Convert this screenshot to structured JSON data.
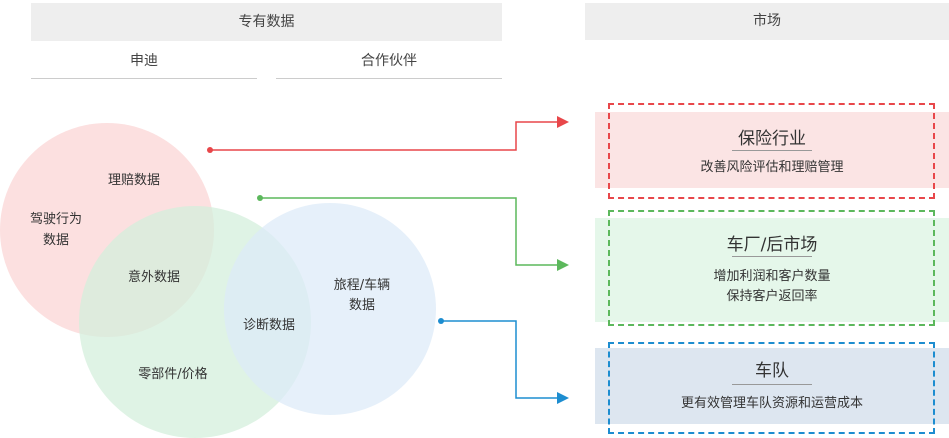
{
  "headers": {
    "proprietary": "专有数据",
    "market": "市场"
  },
  "subheaders": {
    "shendi": "申迪",
    "partners": "合作伙伴"
  },
  "venn": {
    "circles": [
      {
        "name": "pink",
        "color": "#fbdada"
      },
      {
        "name": "green",
        "color": "#d2eedb"
      },
      {
        "name": "blue",
        "color": "#dceaf8"
      }
    ],
    "labels": {
      "claims": "理赔数据",
      "driving_line1": "驾驶行为",
      "driving_line2": "数据",
      "accident": "意外数据",
      "parts_price": "零部件/价格",
      "diagnostics": "诊断数据",
      "trip_line1": "旅程/车辆",
      "trip_line2": "数据"
    }
  },
  "connectors": {
    "red": "#e8474a",
    "green": "#5cb85c",
    "blue": "#1d8dd0"
  },
  "markets": {
    "insurance": {
      "title": "保险行业",
      "desc": "改善风险评估和理赔管理"
    },
    "aftermarket": {
      "title": "车厂/后市场",
      "desc_line1": "增加利润和客户数量",
      "desc_line2": "保持客户返回率"
    },
    "fleet": {
      "title": "车队",
      "desc": "更有效管理车队资源和运营成本"
    }
  }
}
